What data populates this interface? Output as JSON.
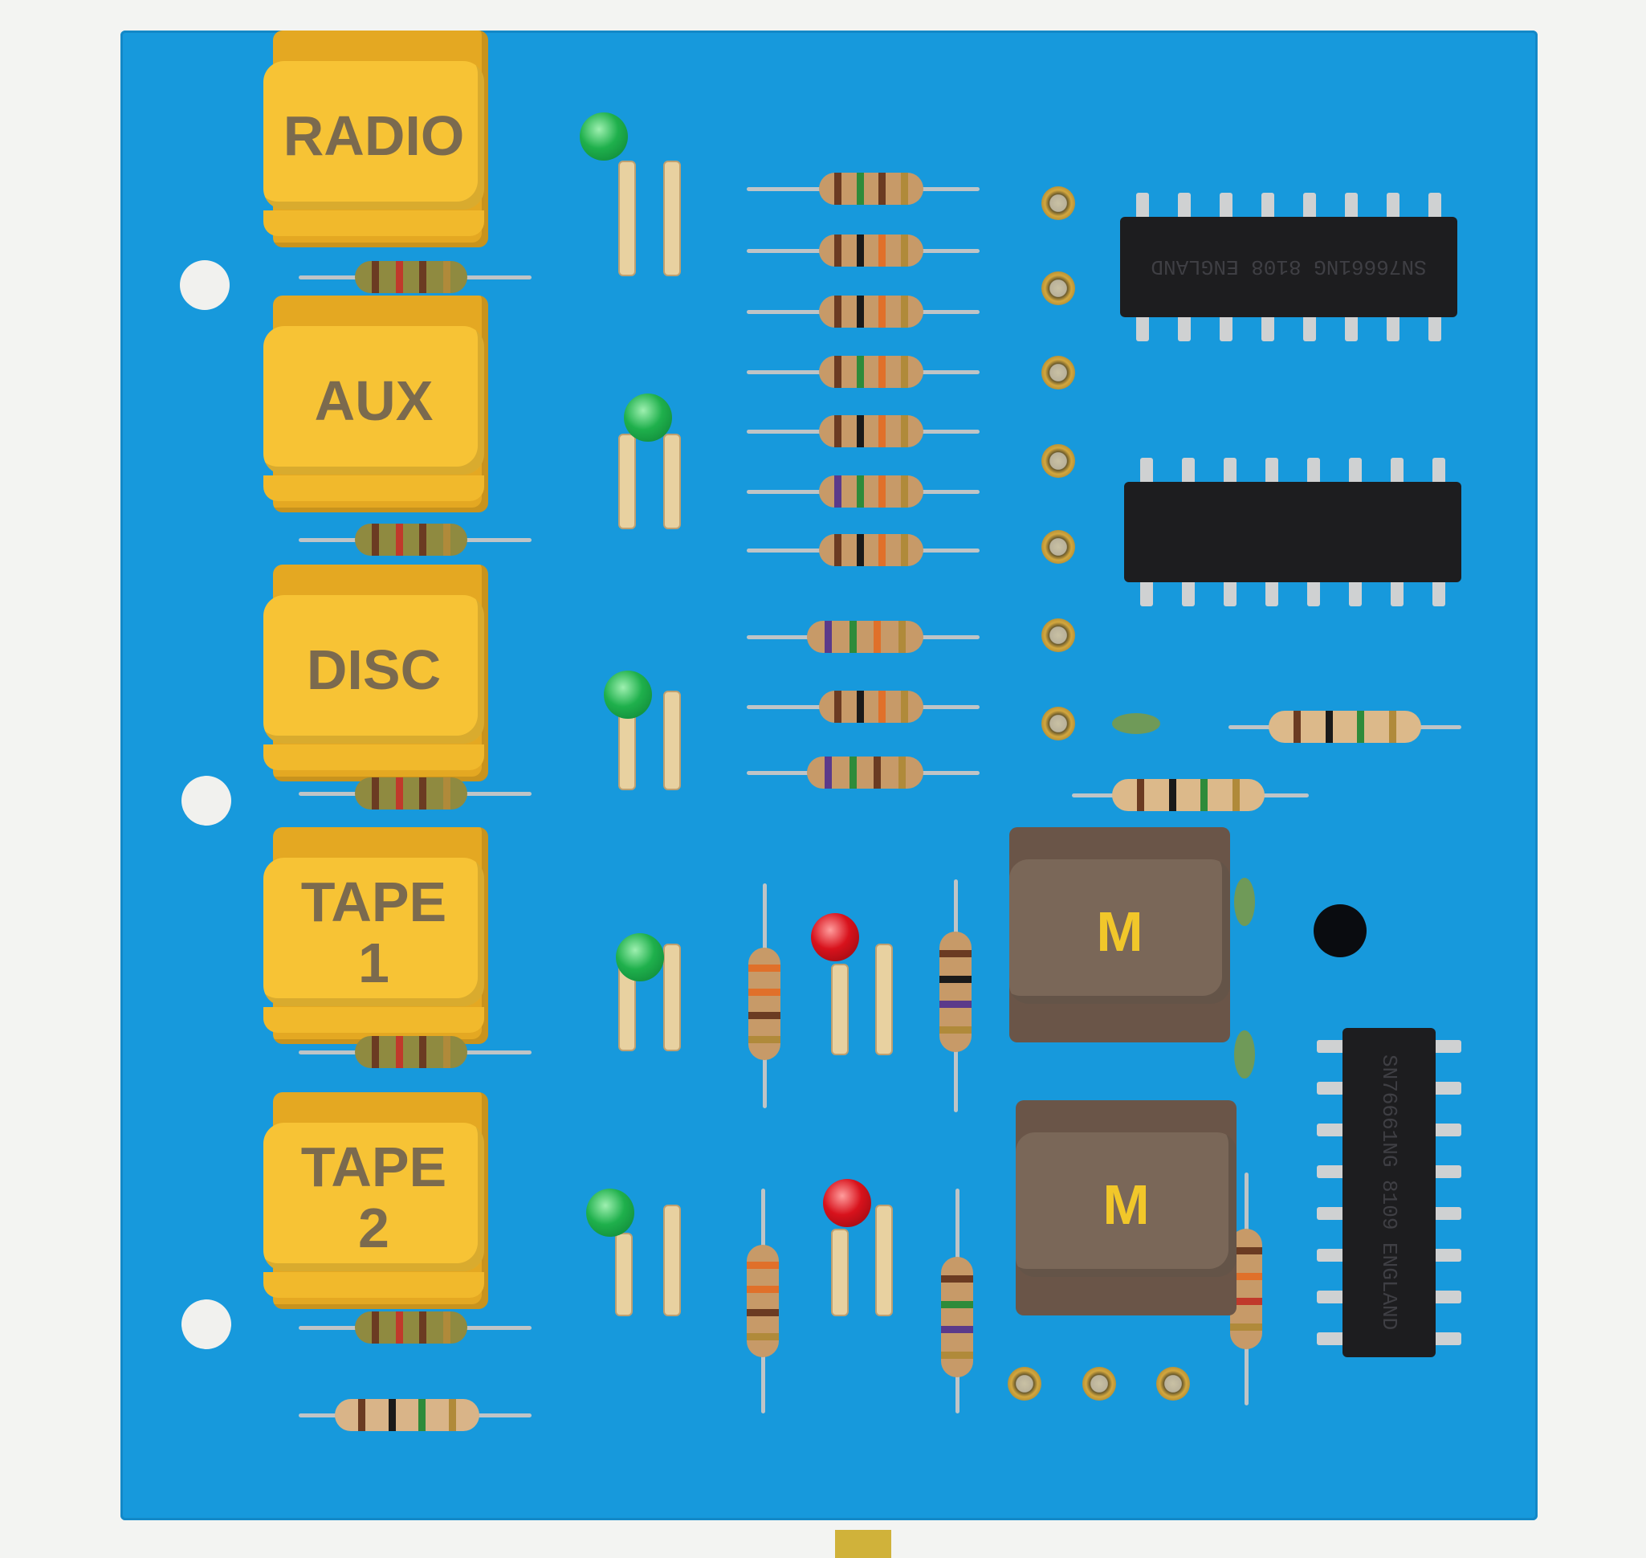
{
  "switches": [
    {
      "label": "RADIO"
    },
    {
      "label": "AUX"
    },
    {
      "label": "DISC"
    },
    {
      "label": "TAPE\n1"
    },
    {
      "label": "TAPE\n2"
    }
  ],
  "memory_buttons": [
    {
      "label": "M"
    },
    {
      "label": "M"
    }
  ],
  "ic_markings": [
    {
      "text": "SN76661NG 8108 ENGLAND"
    },
    {
      "text": ""
    },
    {
      "text": "SN76661NG 8109 ENGLAND"
    }
  ],
  "colors": {
    "board": "#1799dc",
    "switch_cap": "#f7c335",
    "memory_cap": "#7a6758",
    "memory_text": "#f1c72a",
    "led_green": "#1fb04c",
    "led_red": "#d8121c",
    "ic": "#1d1d1f"
  }
}
